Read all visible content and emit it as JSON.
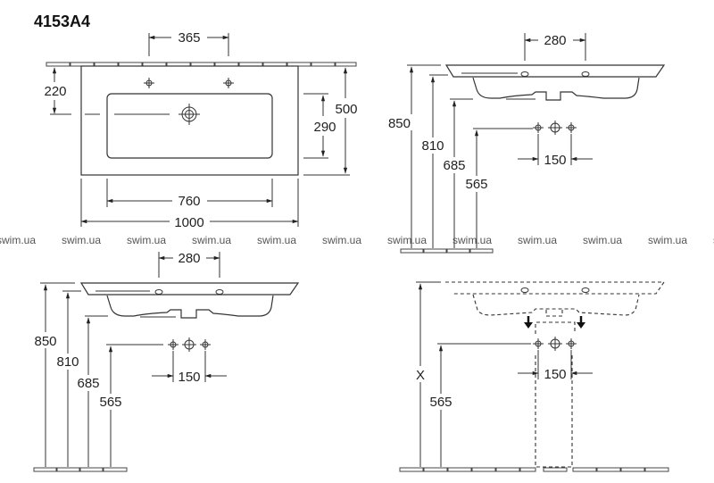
{
  "title": "4153A4",
  "watermark": "swim.ua",
  "top_view": {
    "tap_spacing": "365",
    "depth_to_drain": "220",
    "total_depth": "500",
    "basin_depth": "290",
    "basin_width": "760",
    "total_width": "1000"
  },
  "side_view_a": {
    "tap_spacing": "280",
    "top_height": "850",
    "rim_height": "810",
    "bowl_bottom": "685",
    "supply_height": "565",
    "supply_spacing": "150"
  },
  "side_view_b": {
    "tap_spacing": "280",
    "top_height": "850",
    "rim_height": "810",
    "bowl_bottom": "685",
    "supply_height": "565",
    "supply_spacing": "150"
  },
  "pedestal_view": {
    "variable_height": "X",
    "supply_height": "565",
    "supply_spacing": "150"
  }
}
